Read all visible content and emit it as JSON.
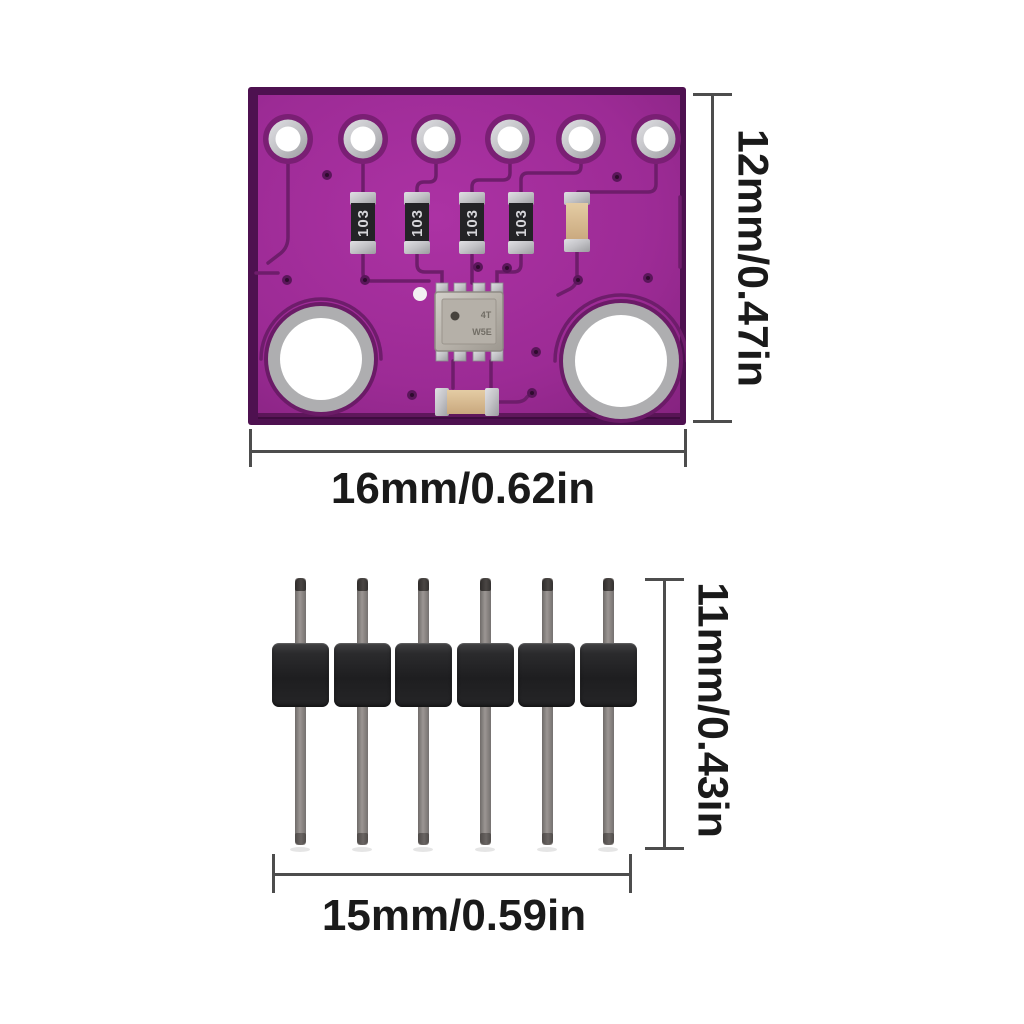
{
  "labels": {
    "pcb_height": "12mm/0.47in",
    "pcb_width": "16mm/0.62in",
    "header_height": "11mm/0.43in",
    "header_width": "15mm/0.59in"
  },
  "pcb": {
    "resistor_label": "103",
    "chip_marking_top": "4T",
    "chip_marking_bottom": "W5E",
    "top_hole_count": 6,
    "mounting_hole_count": 2,
    "resistor_count": 4,
    "capacitor_count": 2
  },
  "pin_header": {
    "pin_count": 6
  },
  "colors": {
    "background": "#FFFFFF",
    "board_magenta": "#9E2B96",
    "board_edge_dark": "#4E1150",
    "trace_purple": "#6E1D6B",
    "hole_ring_silver": "#B4B4B6",
    "resistor_body": "#232326",
    "capacitor_tan": "#D8BC93",
    "chip_metal": "#B5B0A8",
    "pin_plastic": "#232325",
    "pin_metal": "#8D8885",
    "dimension_line": "#4D4D4D",
    "label_text": "#1A1A1A"
  }
}
